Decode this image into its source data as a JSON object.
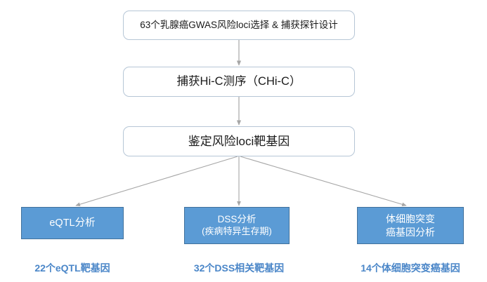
{
  "diagram": {
    "title_flow": "Breast cancer GWAS risk loci target gene identification workflow",
    "colors": {
      "box_fill_blue": "#5b9bd5",
      "box_border_blue": "#41719c",
      "box_border_white": "#b6c6d6",
      "label_blue": "#4a86c8",
      "connector_gray": "#a6a6a6",
      "background": "#ffffff"
    },
    "steps": [
      {
        "id": "loci-selection",
        "text": "63个乳腺癌GWAS风险loci选择 & 捕获探针设计"
      },
      {
        "id": "chic",
        "text": "捕获Hi-C测序（CHi-C）"
      },
      {
        "id": "target-genes",
        "text": "鉴定风险loci靶基因"
      }
    ],
    "branches": [
      {
        "id": "eqtl",
        "line1": "eQTL分析",
        "line2": "",
        "result": "22个eQTL靶基因"
      },
      {
        "id": "dss",
        "line1": "DSS分析",
        "line2": "(疾病特异生存期)",
        "result": "32个DSS相关靶基因"
      },
      {
        "id": "somatic",
        "line1": "体细胞突变",
        "line2": "癌基因分析",
        "result": "14个体细胞突变癌基因"
      }
    ]
  }
}
